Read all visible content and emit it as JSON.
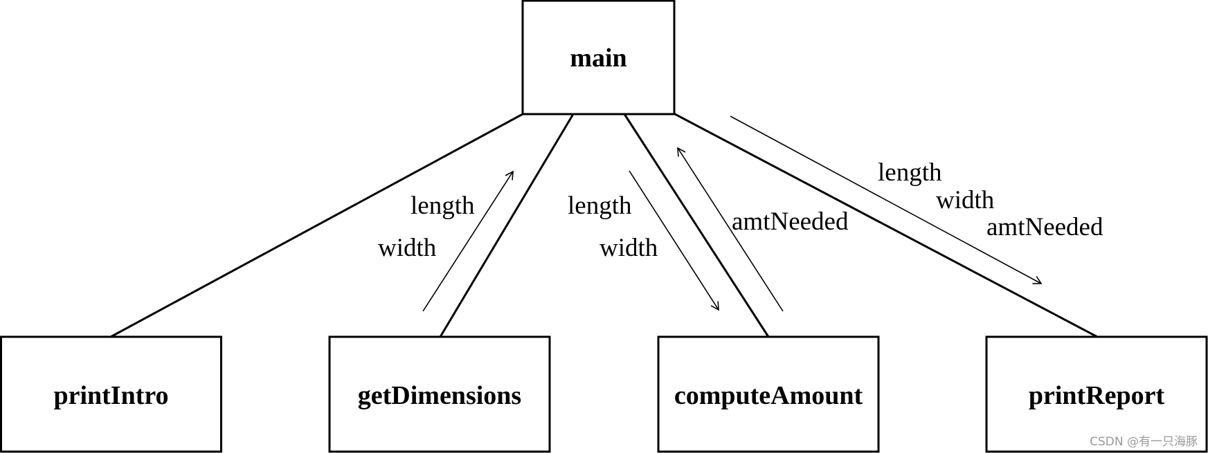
{
  "nodes": {
    "main": "main",
    "printIntro": "printIntro",
    "getDimensions": "getDimensions",
    "computeAmount": "computeAmount",
    "printReport": "printReport"
  },
  "flows": {
    "getDimensions_to_main": [
      "length",
      "width"
    ],
    "main_to_computeAmount": [
      "length",
      "width"
    ],
    "computeAmount_to_main": [
      "amtNeeded"
    ],
    "main_to_printReport": [
      "length",
      "width",
      "amtNeeded"
    ]
  },
  "watermark": "CSDN @有一只海豚"
}
